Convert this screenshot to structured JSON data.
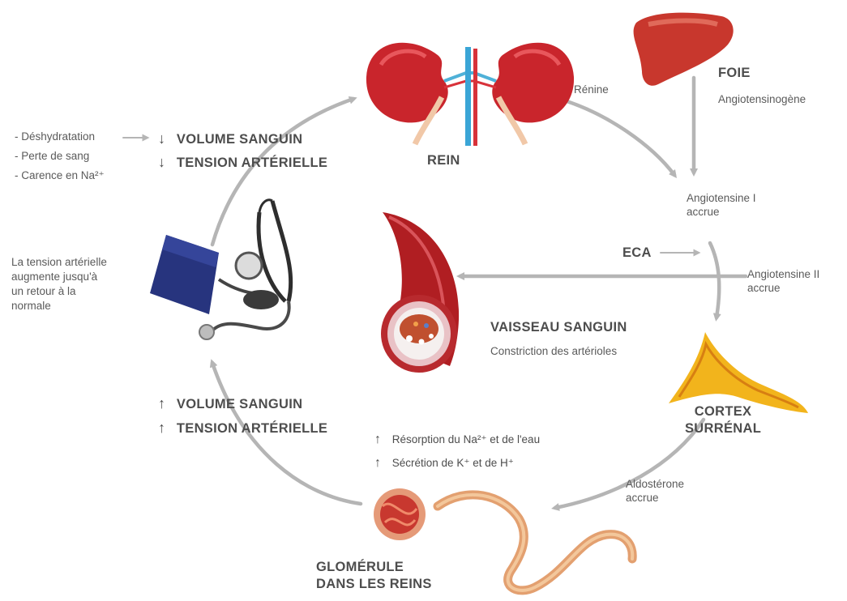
{
  "causes": [
    "- Déshydratation",
    "- Perte de sang",
    "- Carence en Na²⁺"
  ],
  "decrease": {
    "arrow": "↓",
    "volume": "VOLUME SANGUIN",
    "tension": "TENSION ARTÉRIELLE"
  },
  "kidney": {
    "label": "REIN",
    "secretion": "Rénine"
  },
  "liver": {
    "label": "FOIE",
    "substance": "Angiotensinogène"
  },
  "angiotensin_1": {
    "line1": "Angiotensine I",
    "line2": "accrue"
  },
  "eca": "ECA",
  "angiotensin_2": {
    "line1": "Angiotensine II",
    "line2": "accrue"
  },
  "vessel": {
    "label": "VAISSEAU SANGUIN",
    "effect": "Constriction des artérioles"
  },
  "adrenal": {
    "line1": "CORTEX",
    "line2": "SURRÉNAL"
  },
  "aldosterone": {
    "line1": "Aldostérone",
    "line2": "accrue"
  },
  "glomerule": {
    "line1": "GLOMÉRULE",
    "line2": "DANS LES REINS"
  },
  "effects": {
    "arrow": "↑",
    "item1": "Résorption du Na²⁺ et de l'eau",
    "item2": "Sécrétion de K⁺ et de H⁺"
  },
  "increase": {
    "arrow": "↑",
    "volume": "VOLUME SANGUIN",
    "tension": "TENSION ARTÉRIELLE"
  },
  "bp_note": [
    "La tension artérielle",
    "augmente jusqu'à",
    "un retour à la",
    "normale"
  ],
  "colors": {
    "arrow_grey": "#b5b5b5",
    "kidney_red": "#c9252c",
    "liver_red": "#c8372d",
    "vessel_red": "#b01e22",
    "adrenal_yellow": "#f2b41c",
    "tubule_tan": "#e3a070",
    "cuff_blue": "#27347e"
  },
  "icons": [
    "cycle-arrow",
    "kidney-icon",
    "liver-icon",
    "blood-vessel-icon",
    "adrenal-cortex-icon",
    "nephron-icon",
    "sphygmomanometer-icon"
  ]
}
